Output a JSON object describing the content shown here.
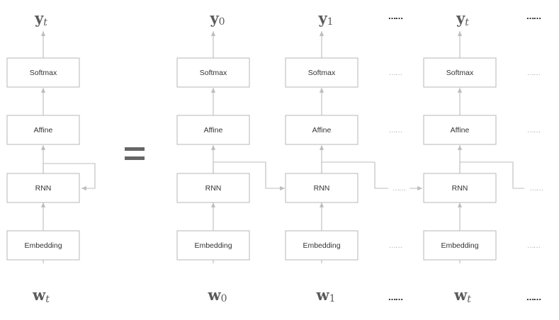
{
  "layers": {
    "softmax": "Softmax",
    "affine": "Affine",
    "rnn": "RNN",
    "embedding": "Embedding"
  },
  "variables": {
    "output_letter": "y",
    "input_letter": "w",
    "folded_subscript": "t",
    "step0_subscript": "0",
    "step1_subscript": "1",
    "last_subscript": "t"
  },
  "ellipsis": "……"
}
